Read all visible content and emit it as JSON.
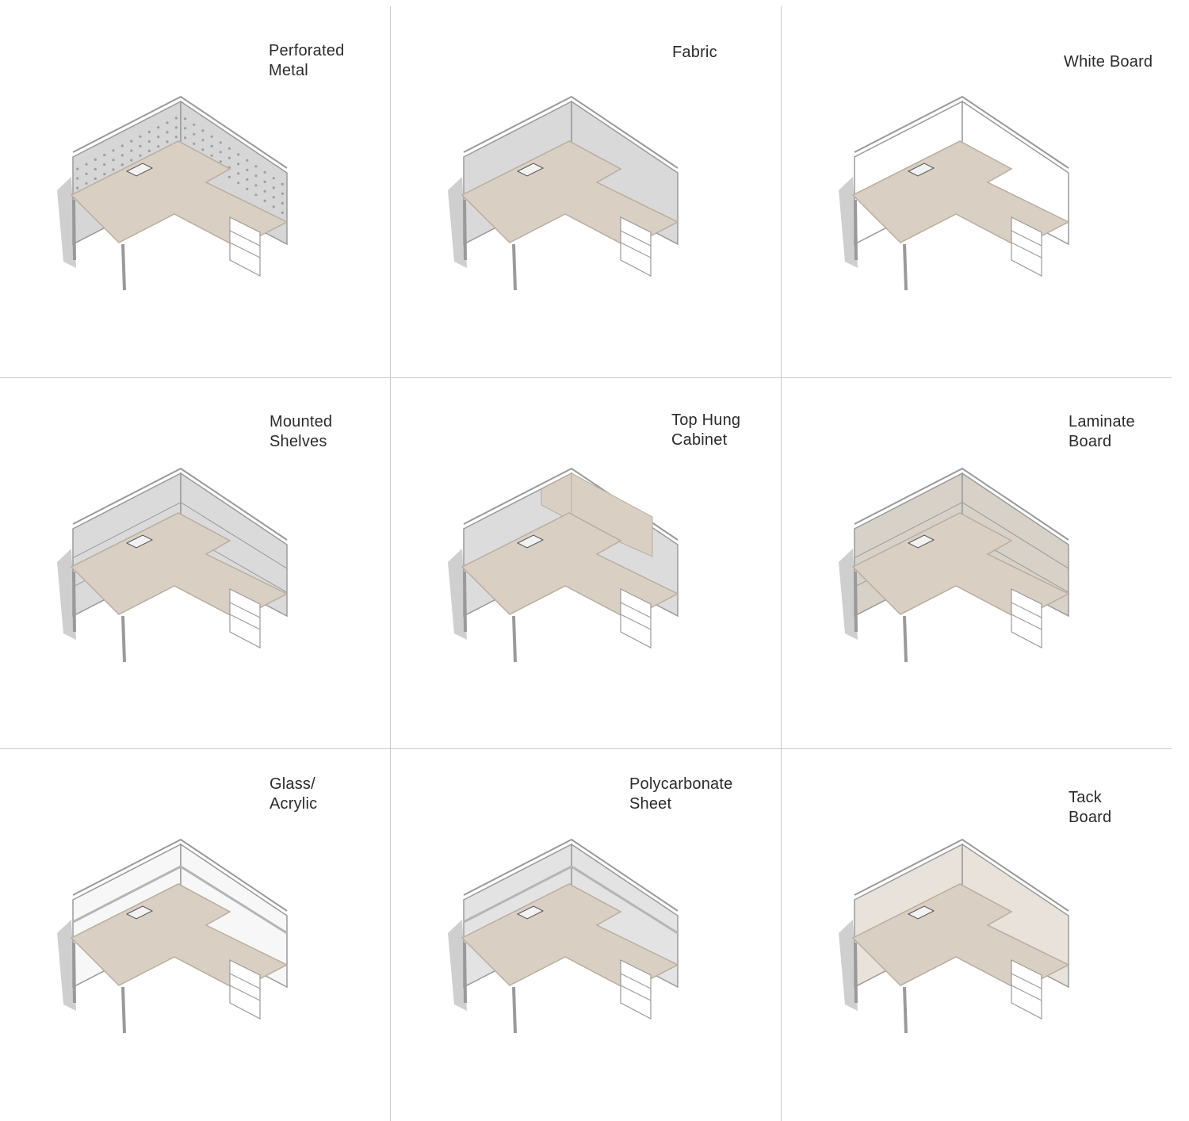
{
  "options": [
    {
      "id": "perforated-metal",
      "lines": [
        "Perforated",
        "Metal"
      ],
      "panel_fill": "#d6d6d6",
      "pattern": "dots"
    },
    {
      "id": "fabric",
      "lines": [
        "Fabric",
        ""
      ],
      "panel_fill": "#d9d9d9",
      "pattern": "none"
    },
    {
      "id": "white-board",
      "lines": [
        "White Board",
        ""
      ],
      "panel_fill": "#ffffff",
      "pattern": "none"
    },
    {
      "id": "mounted-shelves",
      "lines": [
        "Mounted",
        "Shelves"
      ],
      "panel_fill": "#dadada",
      "pattern": "shelves"
    },
    {
      "id": "top-hung-cabinet",
      "lines": [
        "Top Hung",
        "Cabinet"
      ],
      "panel_fill": "#dcdcdc",
      "pattern": "cabinet"
    },
    {
      "id": "laminate-board",
      "lines": [
        "Laminate",
        "Board"
      ],
      "panel_fill": "#d8d1c8",
      "pattern": "laminate"
    },
    {
      "id": "glass-acrylic",
      "lines": [
        "Glass/",
        "Acrylic"
      ],
      "panel_fill": "#f7f7f7",
      "pattern": "glass"
    },
    {
      "id": "polycarbonate-sheet",
      "lines": [
        "Polycarbonate",
        "Sheet"
      ],
      "panel_fill": "#e3e3e3",
      "pattern": "poly"
    },
    {
      "id": "tack-board",
      "lines": [
        "Tack",
        "Board"
      ],
      "panel_fill": "#e8e2da",
      "pattern": "none"
    }
  ],
  "colors": {
    "desk_top": "#d9cfc2",
    "desk_edge": "#b9aea0",
    "frame": "#9a9a9a",
    "pedestal": "#ffffff",
    "shadow": "#cfcfcf",
    "divider": "#c9c9c9"
  }
}
